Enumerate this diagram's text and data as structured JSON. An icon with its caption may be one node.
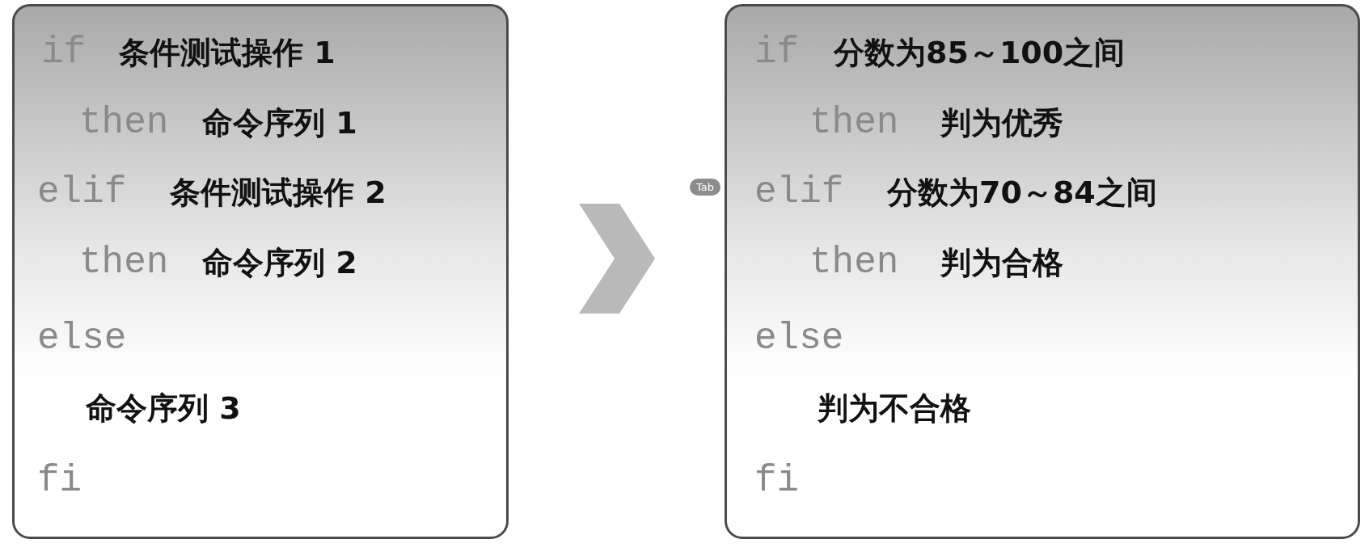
{
  "diagram": {
    "nodes": [
      {
        "text": [
          "if",
          "条件测试操作 1",
          "then",
          "命令序列 1",
          "elif",
          "条件测试操作 2",
          "then",
          "命令序列 2",
          "else",
          "命令序列 3",
          "fi"
        ]
      },
      {
        "text": [
          "if",
          "分数为85～100之间",
          "then",
          "判为优秀",
          "elif",
          "分数为70～84之间",
          "then",
          "判为合格",
          "else",
          "判为不合格",
          "fi"
        ]
      }
    ],
    "edges": [
      {
        "from": 0,
        "to": 1,
        "arrow": "to"
      }
    ],
    "labels": [
      "Tab"
    ]
  }
}
